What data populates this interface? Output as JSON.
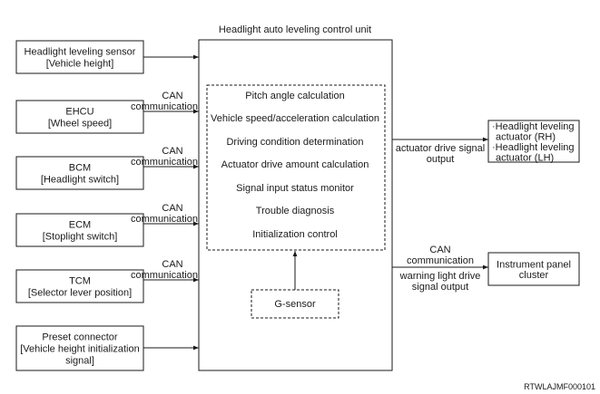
{
  "diagram": {
    "title": "Headlight auto leveling control unit",
    "inputs": [
      {
        "lines": [
          "Headlight leveling sensor",
          "[Vehicle height]"
        ],
        "link": ""
      },
      {
        "lines": [
          "EHCU",
          "[Wheel speed]"
        ],
        "link": "CAN communication"
      },
      {
        "lines": [
          "BCM",
          "[Headlight switch]"
        ],
        "link": "CAN communication"
      },
      {
        "lines": [
          "ECM",
          "[Stoplight switch]"
        ],
        "link": "CAN communication"
      },
      {
        "lines": [
          "TCM",
          "[Selector lever position]"
        ],
        "link": "CAN communication"
      },
      {
        "lines": [
          "Preset connector",
          "[Vehicle height initialization",
          "signal]"
        ],
        "link": ""
      }
    ],
    "functions": [
      "Pitch angle calculation",
      "Vehicle speed/acceleration calculation",
      "Driving condition determination",
      "Actuator drive amount calculation",
      "Signal input status monitor",
      "Trouble diagnosis",
      "Initialization control"
    ],
    "sensor": "G-sensor",
    "outputs": [
      {
        "lines": [
          "·Headlight leveling",
          "actuator (RH)",
          "·Headlight leveling",
          "actuator (LH)"
        ],
        "link_top": [],
        "link_bottom": [
          "actuator drive signal",
          "output"
        ]
      },
      {
        "lines": [
          "Instrument panel",
          "cluster"
        ],
        "link_top": [
          "CAN",
          "communication"
        ],
        "link_bottom": [
          "warning light drive",
          "signal output"
        ]
      }
    ],
    "figure_code": "RTWLAJMF000101"
  }
}
